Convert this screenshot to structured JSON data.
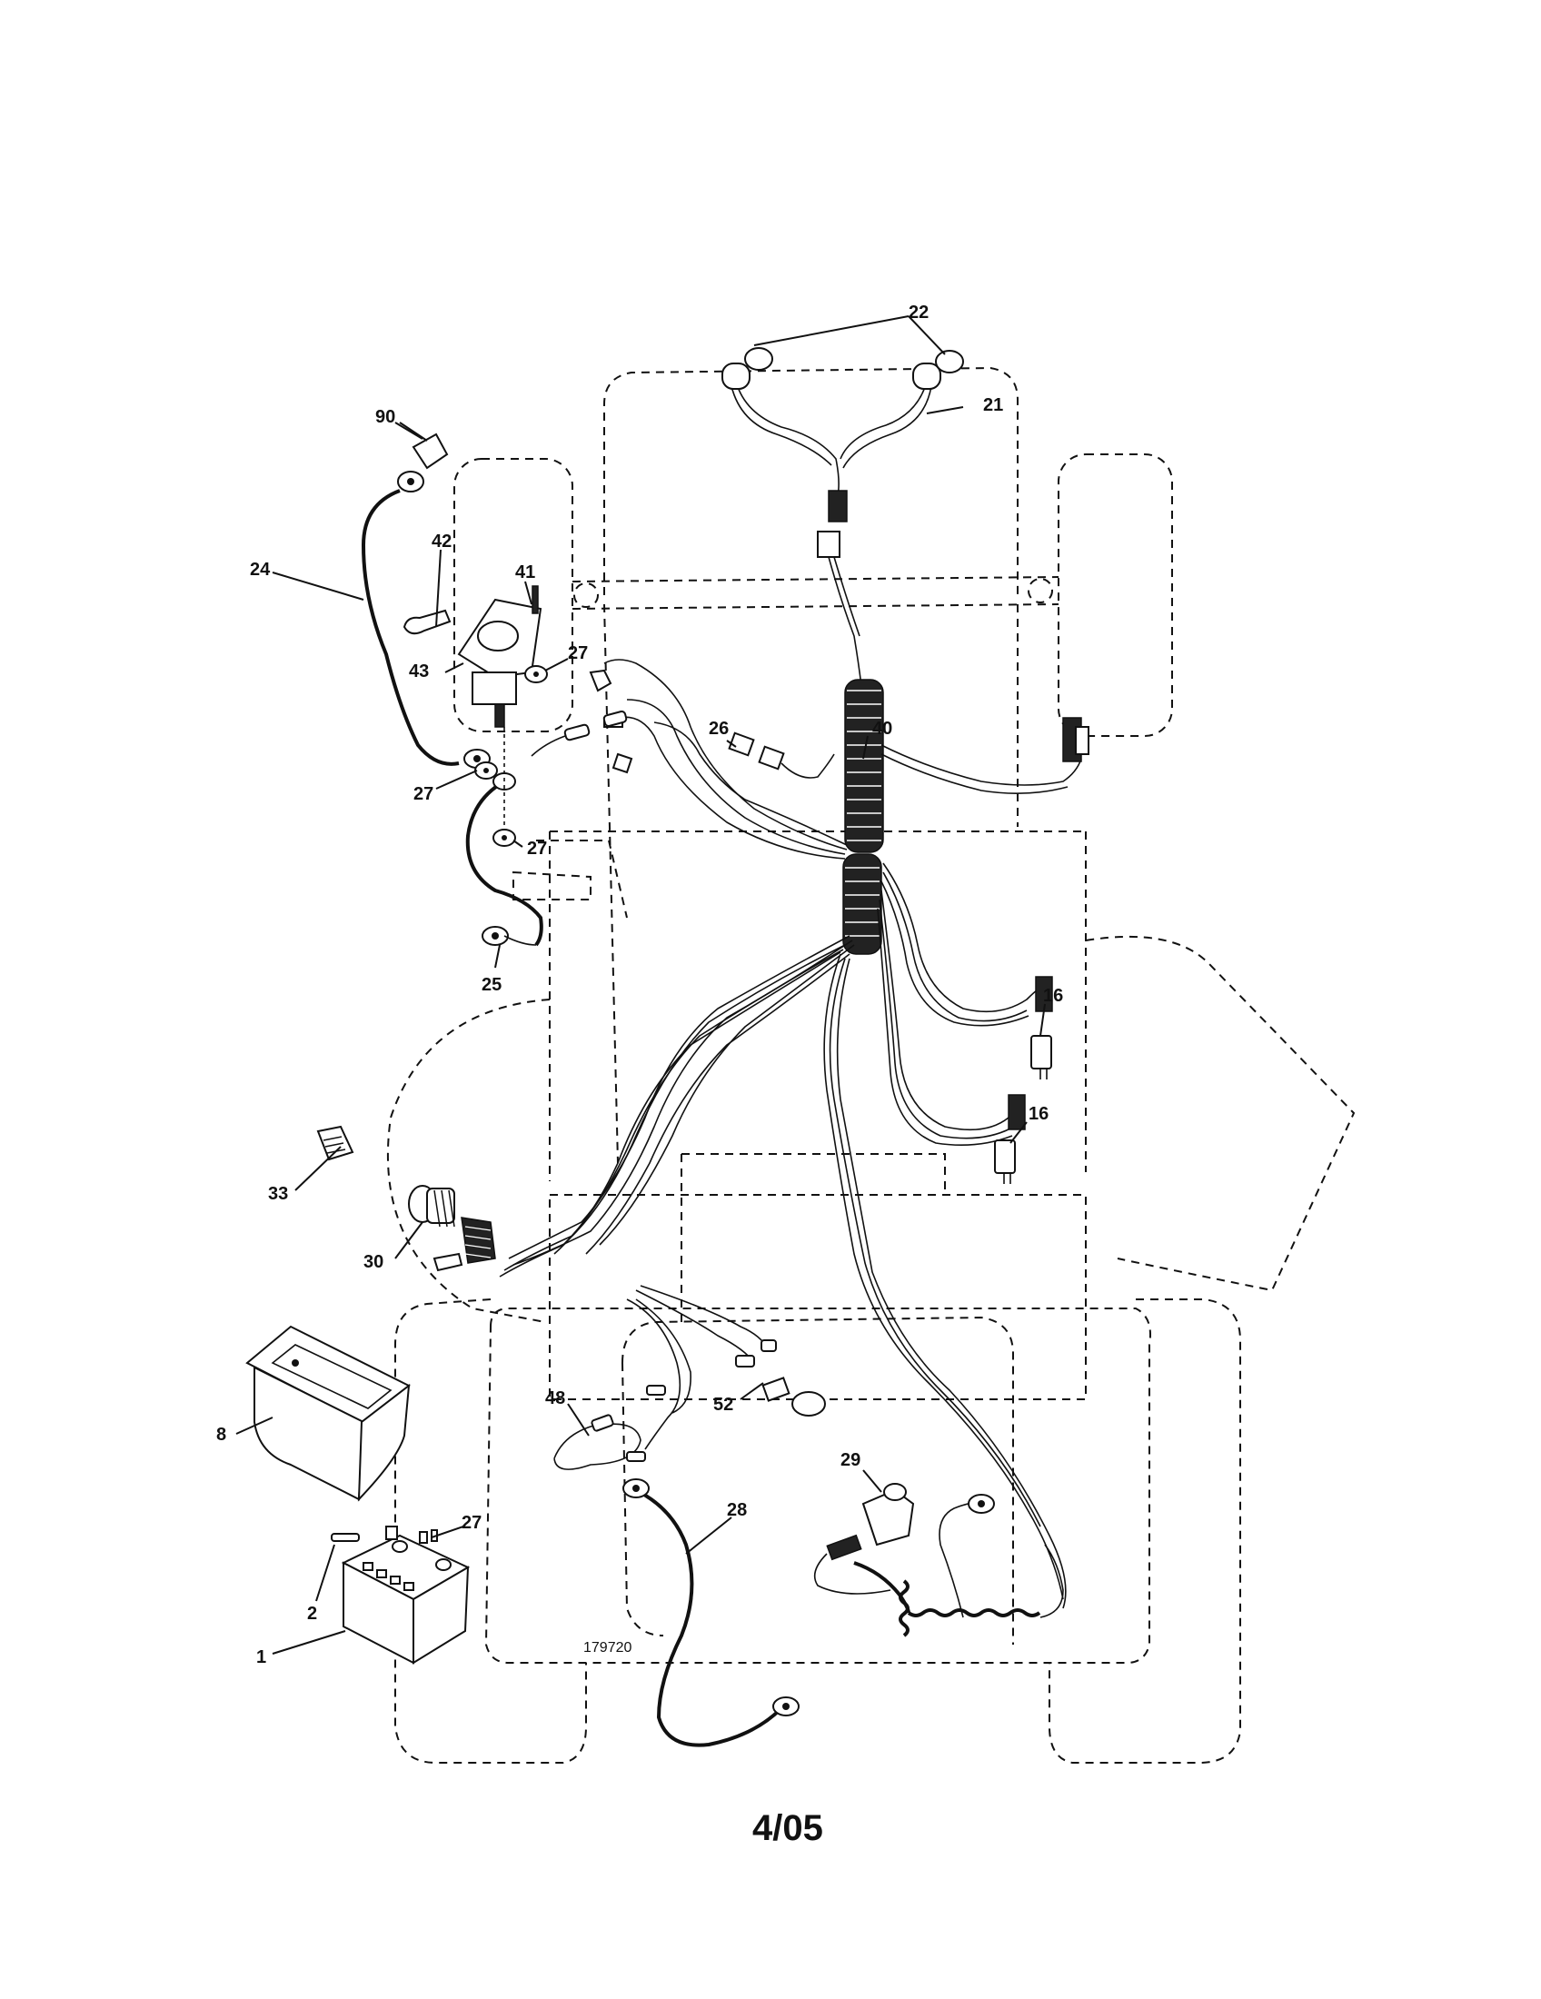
{
  "drawing": {
    "reference_number": "179720",
    "page_number": "4/05"
  },
  "callouts": {
    "c1": "1",
    "c2": "2",
    "c8": "8",
    "c16a": "16",
    "c16b": "16",
    "c21": "21",
    "c22": "22",
    "c24": "24",
    "c25": "25",
    "c26": "26",
    "c27a": "27",
    "c27b": "27",
    "c27c": "27",
    "c27d": "27",
    "c28": "28",
    "c29": "29",
    "c30": "30",
    "c33": "33",
    "c40": "40",
    "c41": "41",
    "c42": "42",
    "c43": "43",
    "c48": "48",
    "c52": "52",
    "c90": "90"
  }
}
